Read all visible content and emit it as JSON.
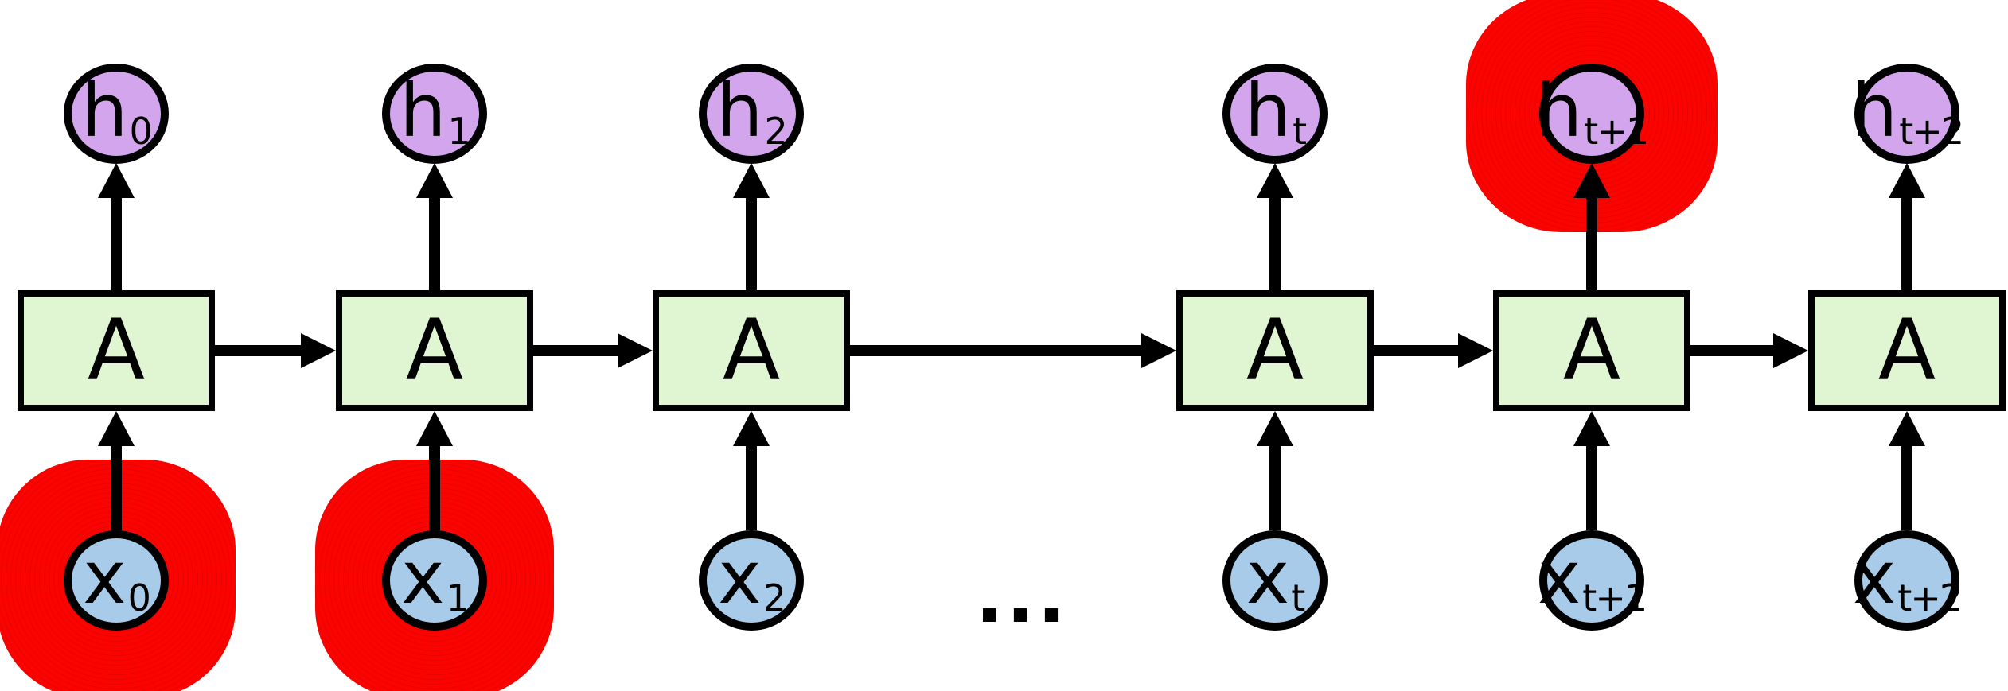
{
  "diagram": {
    "description": "Unrolled recurrent neural network: input nodes x feed blocks A, which output hidden nodes h; blocks chained left to right with red highlight blobs on x0, x1 and h t+1",
    "block_label": "A",
    "ellipsis": "...",
    "colors": {
      "hidden_node_fill": "#d2a5ec",
      "input_node_fill": "#a8cbea",
      "block_fill": "#e0f5d2",
      "highlight_red": "#fa0300",
      "stroke": "#000000",
      "background": "#ffffff"
    },
    "columns": [
      {
        "index": "0",
        "hidden": {
          "base": "h",
          "sub": "0"
        },
        "input": {
          "base": "x",
          "sub": "0"
        },
        "input_highlighted": true,
        "hidden_highlighted": false
      },
      {
        "index": "1",
        "hidden": {
          "base": "h",
          "sub": "1"
        },
        "input": {
          "base": "x",
          "sub": "1"
        },
        "input_highlighted": true,
        "hidden_highlighted": false
      },
      {
        "index": "2",
        "hidden": {
          "base": "h",
          "sub": "2"
        },
        "input": {
          "base": "x",
          "sub": "2"
        },
        "input_highlighted": false,
        "hidden_highlighted": false
      },
      {
        "index": "t",
        "hidden": {
          "base": "h",
          "sub": "t"
        },
        "input": {
          "base": "x",
          "sub": "t"
        },
        "input_highlighted": false,
        "hidden_highlighted": false
      },
      {
        "index": "t+1",
        "hidden": {
          "base": "h",
          "sub": "t+1"
        },
        "input": {
          "base": "x",
          "sub": "t+1"
        },
        "input_highlighted": false,
        "hidden_highlighted": true
      },
      {
        "index": "t+2",
        "hidden": {
          "base": "h",
          "sub": "t+2"
        },
        "input": {
          "base": "x",
          "sub": "t+2"
        },
        "input_highlighted": false,
        "hidden_highlighted": false
      }
    ]
  }
}
